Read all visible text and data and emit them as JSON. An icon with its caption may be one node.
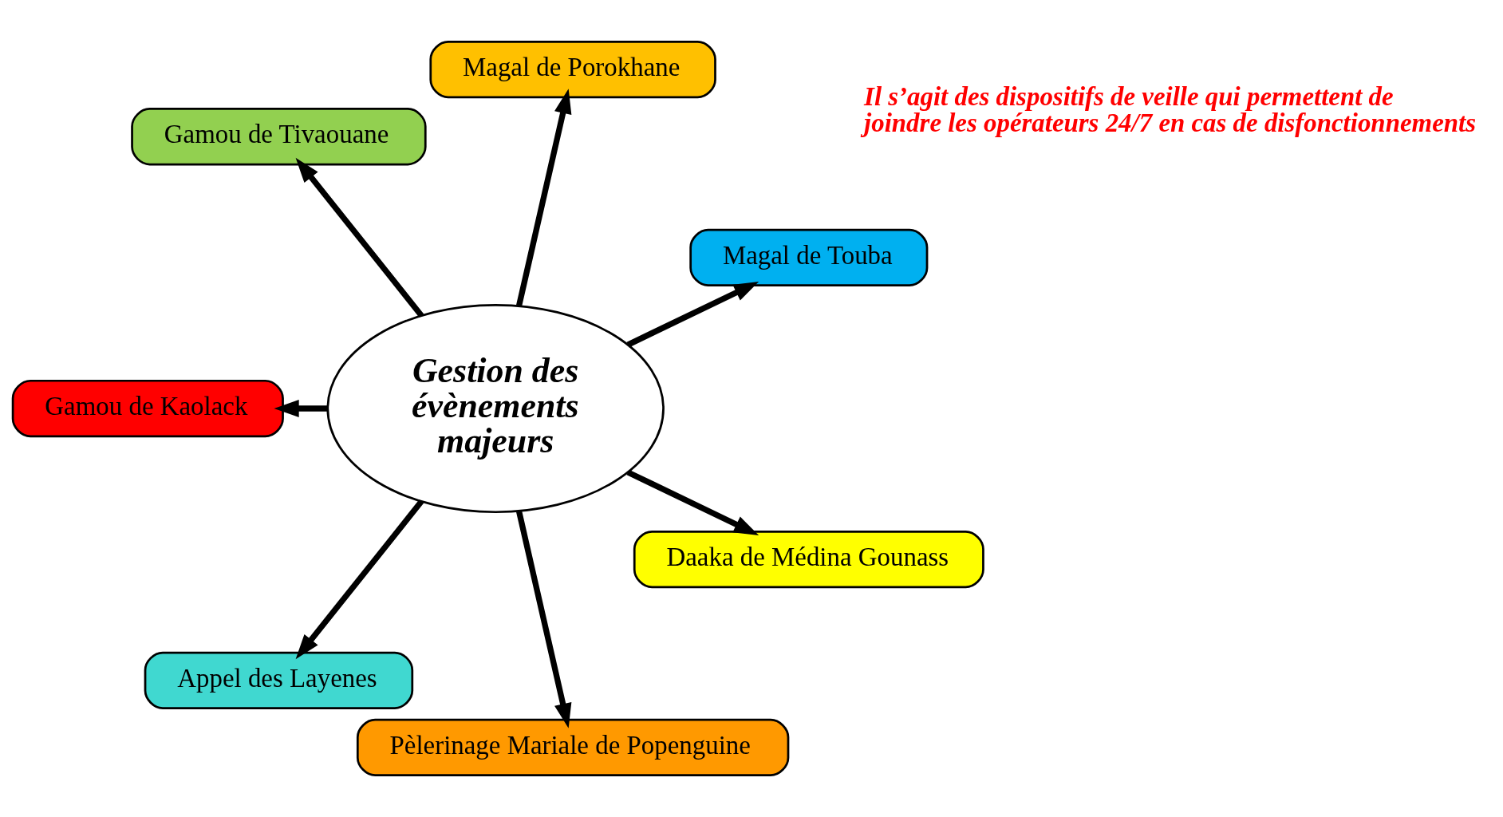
{
  "diagram": {
    "nodes": [
      {
        "text": [
          "Gestion des évènements majeurs"
        ]
      },
      {
        "text": [
          "Magal de Touba"
        ]
      },
      {
        "text": [
          "Magal de Porokhane"
        ]
      },
      {
        "text": [
          "Gamou de Tivaouane"
        ]
      },
      {
        "text": [
          "Gamou de Kaolack"
        ]
      },
      {
        "text": [
          "Appel des Layenes"
        ]
      },
      {
        "text": [
          "Pèlerinage Mariale de Popenguine"
        ]
      },
      {
        "text": [
          "Daaka de Médina Gounass"
        ]
      }
    ],
    "edges": [
      {
        "from": 0,
        "to": 1,
        "arrow": "to"
      },
      {
        "from": 0,
        "to": 2,
        "arrow": "to"
      },
      {
        "from": 0,
        "to": 3,
        "arrow": "to"
      },
      {
        "from": 0,
        "to": 4,
        "arrow": "to"
      },
      {
        "from": 0,
        "to": 5,
        "arrow": "to"
      },
      {
        "from": 0,
        "to": 6,
        "arrow": "to"
      },
      {
        "from": 0,
        "to": 7,
        "arrow": "to"
      }
    ],
    "labels": [
      "Il s’agit des dispositifs de veille qui permettent de joindre les opérateurs 24/7 en cas de disfonctionnements"
    ]
  }
}
